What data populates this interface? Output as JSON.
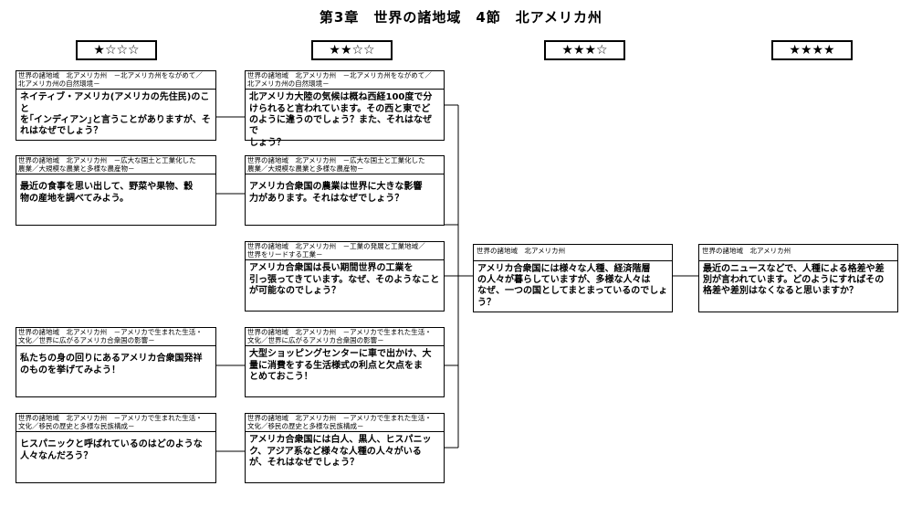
{
  "title": "第3章　世界の諸地域　4節　北アメリカ州",
  "levels": [
    "★☆☆☆",
    "★★☆☆",
    "★★★☆",
    "★★★★"
  ],
  "col1": [
    {
      "head": "世界の諸地域　北アメリカ州　－北アメリカ州をながめて／\n北アメリカ州の自然環境－",
      "q": "ネイティブ・アメリカ(アメリカの先住民)のこと\nを｢インディアン｣と言うことがありますが、そ\nれはなぜでしょう？"
    },
    {
      "head": "世界の諸地域　北アメリカ州　－広大な国土と工業化した\n農業／大規模な農業と多様な農産物－",
      "q": "最近の食事を思い出して、野菜や果物、穀\n物の産地を調べてみよう。"
    },
    {
      "head": "世界の諸地域　北アメリカ州　－アメリカで生まれた生活・\n文化／世界に広がるアメリカ合衆国の影響－",
      "q": "私たちの身の回りにあるアメリカ合衆国発祥\nのものを挙げてみよう！"
    },
    {
      "head": "世界の諸地域　北アメリカ州　－アメリカで生まれた生活・\n文化／移民の歴史と多様な民族構成－",
      "q": "ヒスパニックと呼ばれているのはどのような\n人々なんだろう？"
    }
  ],
  "col2": [
    {
      "head": "世界の諸地域　北アメリカ州　－北アメリカ州をながめて／\n北アメリカ州の自然環境－",
      "q": "北アメリカ大陸の気候は概ね西経100度で分\nけられると言われています。その西と東でど\nのように違うのでしょう？また、それはなぜで\nしょう？"
    },
    {
      "head": "世界の諸地域　北アメリカ州　－広大な国土と工業化した\n農業／大規模な農業と多様な農産物－",
      "q": "アメリカ合衆国の農業は世界に大きな影響\n力があります。それはなぜでしょう？"
    },
    {
      "head": "世界の諸地域　北アメリカ州　－工業の発展と工業地域／\n世界をリードする工業－",
      "q": "アメリカ合衆国は長い期間世界の工業を\n引っ張ってきています。なぜ、そのようなこと\nが可能なのでしょう？"
    },
    {
      "head": "世界の諸地域　北アメリカ州　－アメリカで生まれた生活・\n文化／世界に広がるアメリカ合衆国の影響－",
      "q": "大型ショッピングセンターに車で出かけ、大\n量に消費をする生活様式の利点と欠点をま\nとめておこう！"
    },
    {
      "head": "世界の諸地域　北アメリカ州　－アメリカで生まれた生活・\n文化／移民の歴史と多様な民族構成－",
      "q": "アメリカ合衆国には白人、黒人、ヒスパニッ\nク、アジア系など様々な人種の人々がいる\nが、それはなぜでしょう？"
    }
  ],
  "col3": {
    "head": "世界の諸地域　北アメリカ州",
    "q": "アメリカ合衆国には様々な人種、経済階層\nの人々が暮らしていますが、多様な人々は\nなぜ、一つの国としてまとまっているのでしょ\nう？"
  },
  "col4": {
    "head": "世界の諸地域　北アメリカ州",
    "q": "最近のニュースなどで、人種による格差や差\n別が言われています。どのようにすればその\n格差や差別はなくなると思いますか？"
  }
}
